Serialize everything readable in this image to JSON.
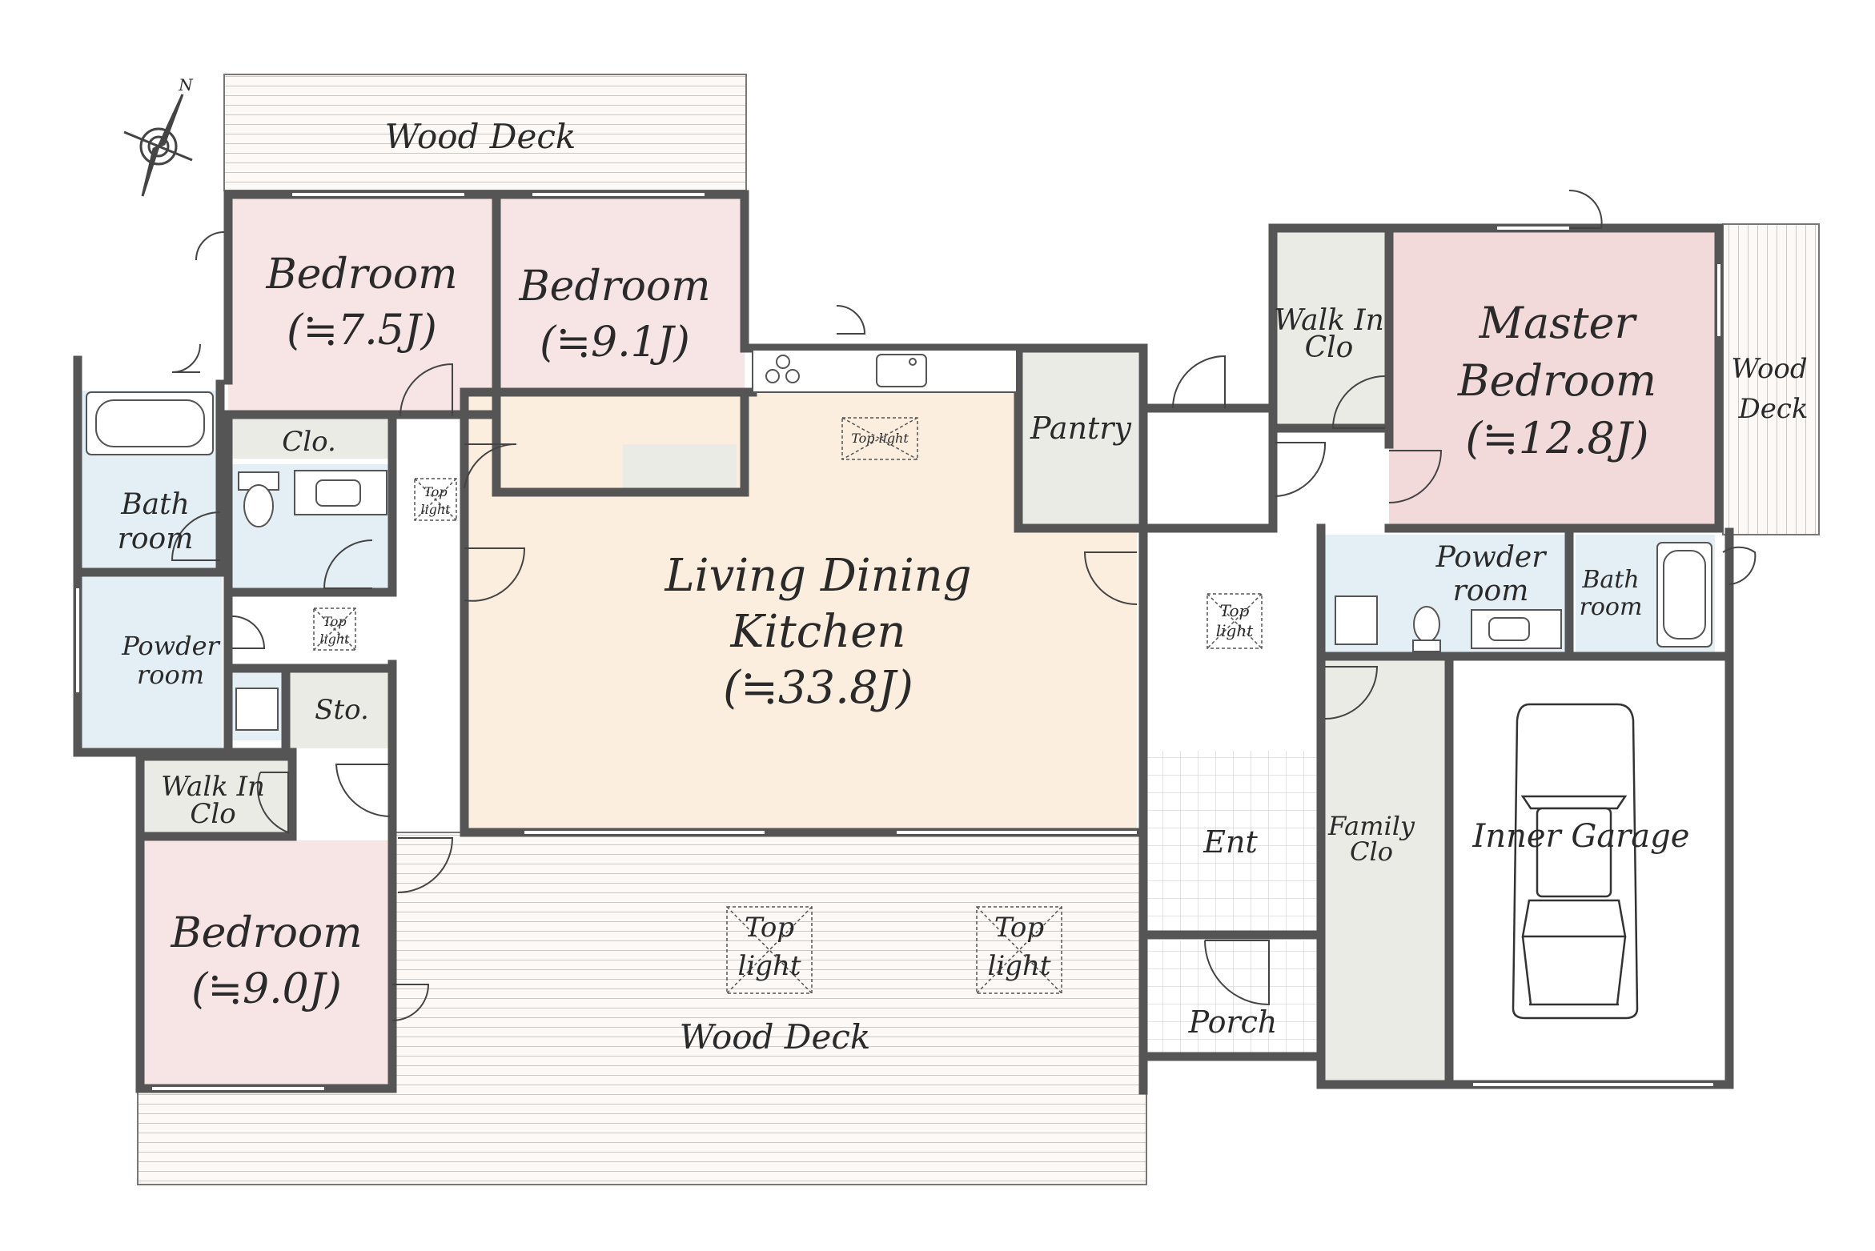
{
  "rooms": {
    "bedroom_a": {
      "name": "Bedroom",
      "size": "(≒7.5J)"
    },
    "bedroom_b": {
      "name": "Bedroom",
      "size": "(≒9.1J)"
    },
    "bedroom_c": {
      "name": "Bedroom",
      "size": "(≒9.0J)"
    },
    "master": {
      "name1": "Master",
      "name2": "Bedroom",
      "size": "(≒12.8J)"
    },
    "ldk": {
      "name1": "Living Dining",
      "name2": "Kitchen",
      "size": "(≒33.8J)"
    },
    "pantry": "Pantry",
    "clo": "Clo.",
    "sto": "Sto.",
    "bath_left": {
      "l1": "Bath",
      "l2": "room"
    },
    "powder_left": {
      "l1": "Powder",
      "l2": "room"
    },
    "walkin_left": {
      "l1": "Walk In",
      "l2": "Clo"
    },
    "walkin_right": {
      "l1": "Walk In",
      "l2": "Clo"
    },
    "powder_right": {
      "l1": "Powder",
      "l2": "room"
    },
    "bath_right": {
      "l1": "Bath",
      "l2": "room"
    },
    "family_clo": {
      "l1": "Family",
      "l2": "Clo"
    },
    "inner_garage": "Inner Garage",
    "ent": "Ent",
    "porch": "Porch"
  },
  "decks": {
    "top": "Wood Deck",
    "right": {
      "l1": "Wood",
      "l2": "Deck"
    },
    "bottom": "Wood Deck"
  },
  "top_lights": [
    {
      "l1": "Top",
      "l2": "light",
      "single": "Top light"
    },
    {
      "l1": "Top",
      "l2": "light"
    },
    {
      "l1": "Top",
      "l2": "light"
    },
    {
      "l1": "Top",
      "l2": "light"
    },
    {
      "l1": "Top",
      "l2": "light"
    },
    {
      "l1": "Top",
      "l2": "light"
    }
  ],
  "compass": {
    "north_label": "N"
  },
  "colors": {
    "wall": "#555555",
    "bedroom_fill": "#f7e4e4",
    "master_fill": "#f3dada",
    "ldk_fill": "#fbeede",
    "wet_fill": "#e3eef5",
    "storage_fill": "#ebebe6",
    "deck_line": "#c9c9c9"
  }
}
